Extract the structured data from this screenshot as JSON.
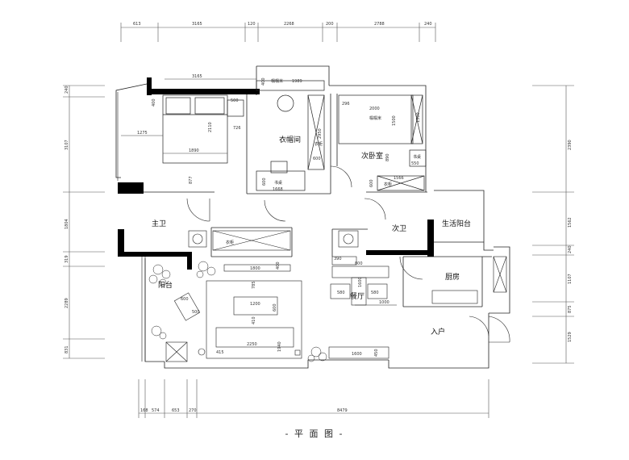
{
  "title": "- 平 面 图 -",
  "rooms": {
    "cloakroom": "衣帽间",
    "second_bedroom": "次卧室",
    "master_bath": "主卫",
    "second_bath": "次卫",
    "utility_balcony": "生活阳台",
    "balcony": "阳台",
    "dining": "餐厅",
    "kitchen": "厨房",
    "entrance": "入户"
  },
  "labels": {
    "tatami": "榻榻米",
    "tatami_top": "榻榻米",
    "wardrobe": "衣柜",
    "desk": "书桌"
  },
  "dims_top": [
    "613",
    "3165",
    "120",
    "2268",
    "200",
    "2788",
    "240"
  ],
  "dims_bottom": [
    "168",
    "574",
    "653",
    "270",
    "8479"
  ],
  "dims_left": [
    "240",
    "3107",
    "1804",
    "319",
    "2289",
    "831"
  ],
  "dims_right": [
    "2390",
    "1562",
    "240",
    "1107",
    "875",
    "1529"
  ],
  "dims_inner": {
    "bed_top": "3165",
    "d400": "400",
    "d500": "500",
    "d1275": "1275",
    "d2110": "2110",
    "d726": "726",
    "d1890": "1890",
    "d877": "877",
    "d1989": "1989",
    "d2000": "2000",
    "d296": "296",
    "d1500_a": "1500",
    "d1500_b": "1500",
    "d2950": "2950",
    "d600_a": "600",
    "d600_b": "600",
    "d1668": "1668",
    "d550": "550",
    "d890": "890",
    "d1566": "1566",
    "d600_c": "600",
    "d1800": "1800",
    "d400_c": "400",
    "d390": "390",
    "d800": "800",
    "d785": "785",
    "d1200": "1200",
    "d600_d": "600",
    "d580_a": "580",
    "d580_b": "580",
    "d1600_v": "1600",
    "d1000": "1000",
    "d600_e": "600",
    "d410": "410",
    "d1940": "1940",
    "d2250": "2250",
    "d1600": "1600",
    "d450": "450",
    "d415": "415",
    "d400_b": "400",
    "d500_b": "500"
  }
}
